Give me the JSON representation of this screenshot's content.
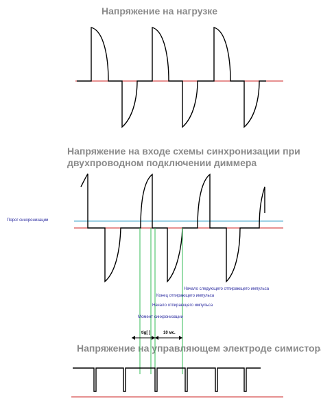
{
  "titles": {
    "load_voltage": "Напряжение на нагрузке",
    "sync_input_line1": "Напряжение на входе схемы синхронизации при",
    "sync_input_line2": "двухпроводном подключении диммера",
    "gate_voltage": "Напряжение на управляющем электроде симистора"
  },
  "labels": {
    "sync_threshold": "Порог синхронизации",
    "next_pulse_start": "Начало следующего отпирающего импульса",
    "pulse_end": "Конец отпирающего импульса",
    "pulse_start": "Начало отпирающего импульса",
    "sync_moment": "Момент синхронизации",
    "delay_label": "tig[ ]",
    "period_label": "10 мс."
  },
  "colors": {
    "waveform": "#000000",
    "zero_line": "#cc2222",
    "threshold_line": "#3aa0c8",
    "marker_line": "#33bb55",
    "label_text": "#2a2aa0",
    "title_text": "#8a8a8a"
  }
}
